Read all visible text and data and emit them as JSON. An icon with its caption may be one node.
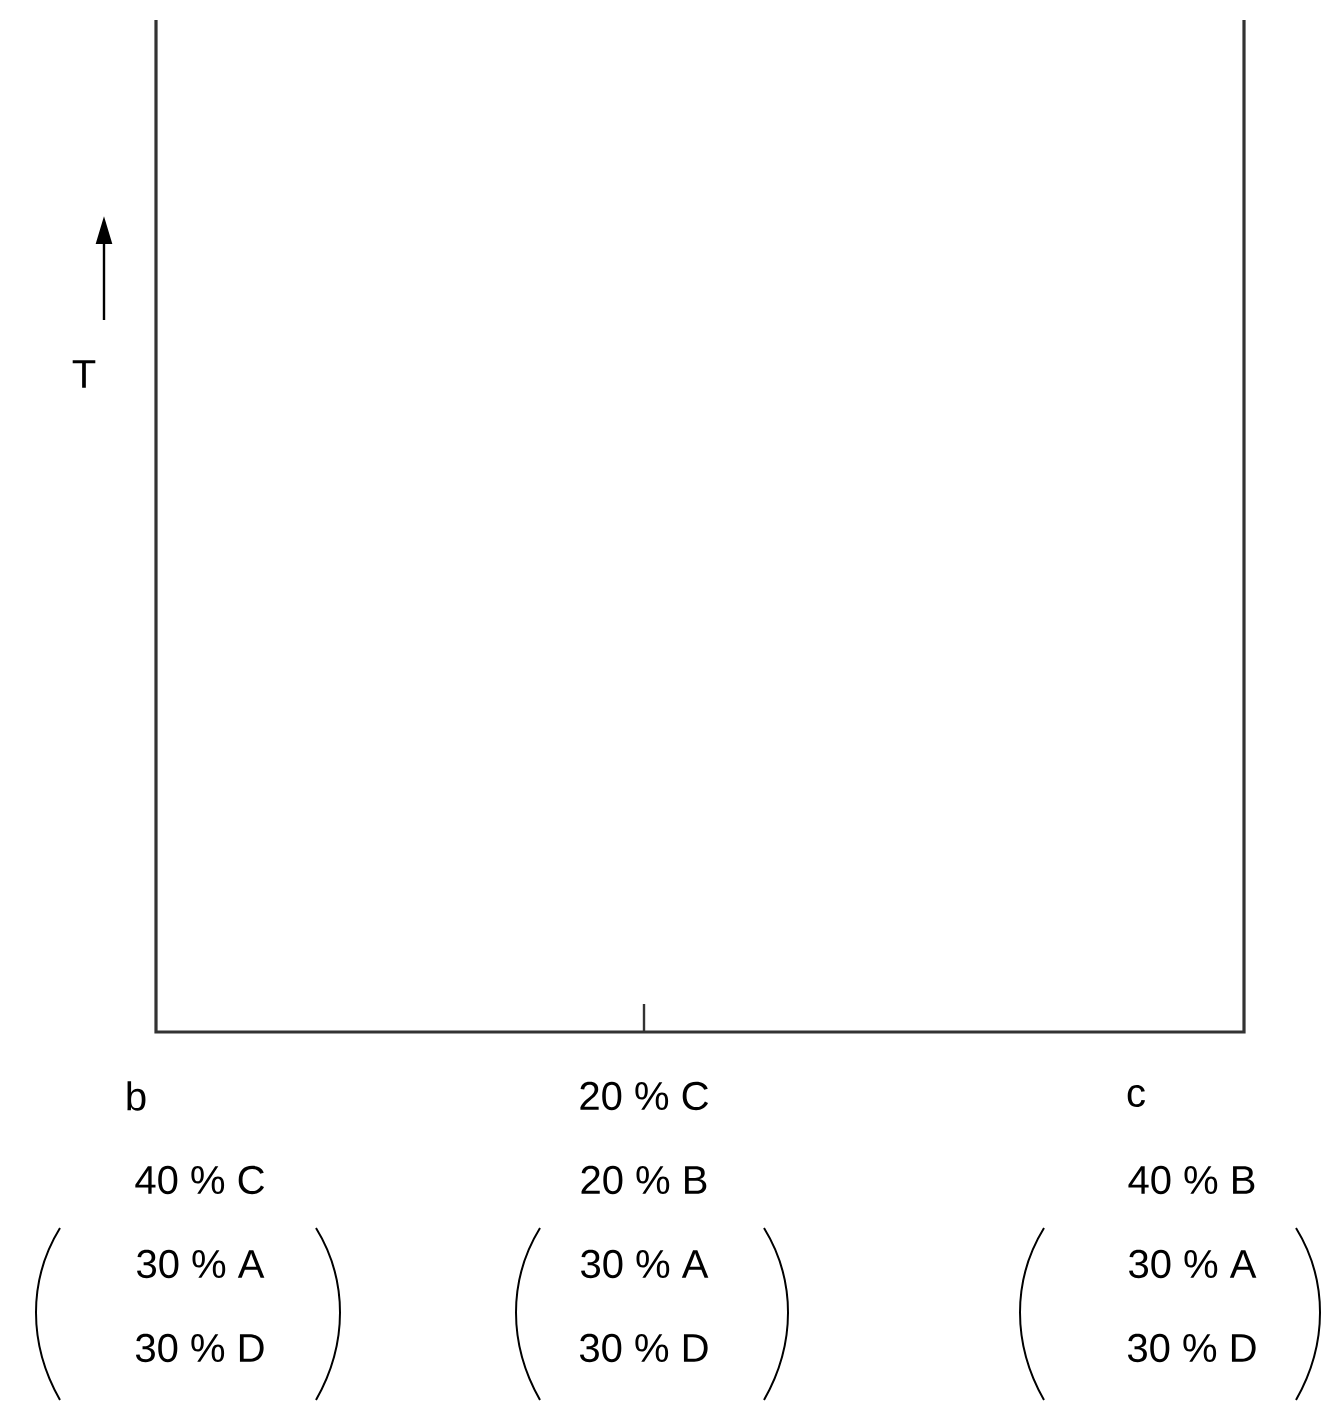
{
  "diagram": {
    "labels": [
      "T",
      "b",
      "20 % C",
      "c",
      "40 % C",
      "20 % B",
      "40 % B",
      "30 % A",
      "30 % A",
      "30 % A",
      "30 % D",
      "30 % D",
      "30 % D"
    ]
  }
}
